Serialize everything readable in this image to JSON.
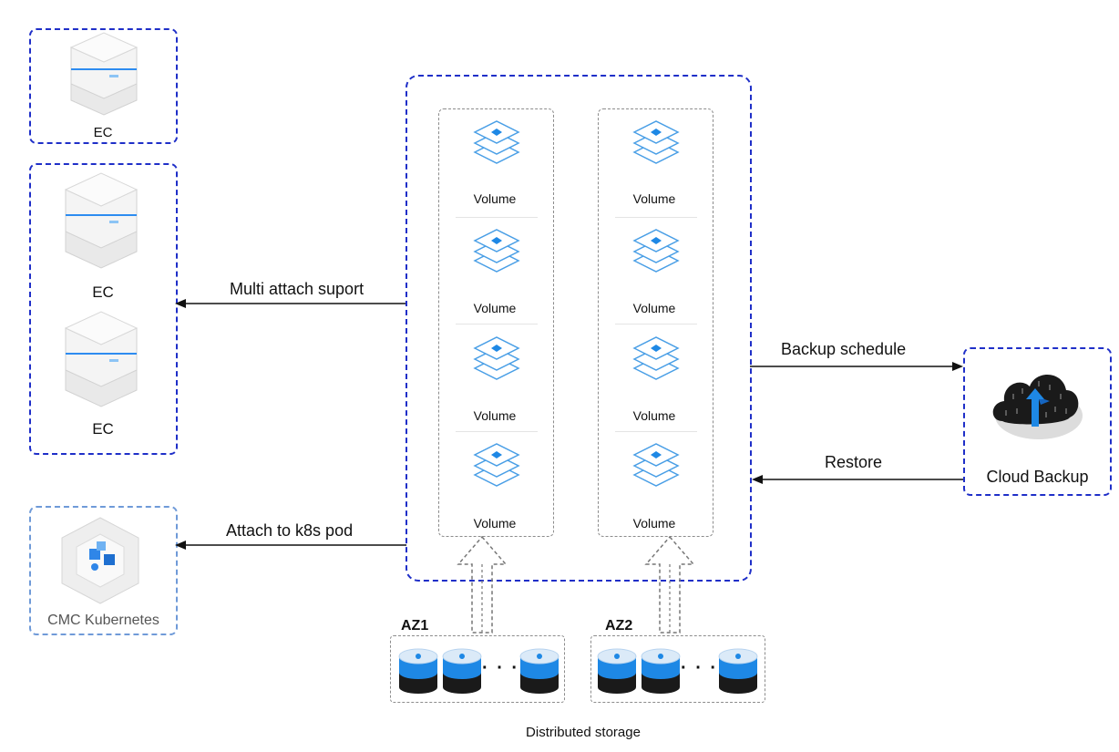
{
  "left": {
    "ec_top": {
      "label": "EC"
    },
    "ec_group": [
      {
        "label": "EC"
      },
      {
        "label": "EC"
      }
    ],
    "kubernetes": {
      "label": "CMC Kubernetes"
    }
  },
  "center": {
    "az1_volumes": [
      "Volume",
      "Volume",
      "Volume",
      "Volume"
    ],
    "az2_volumes": [
      "Volume",
      "Volume",
      "Volume",
      "Volume"
    ]
  },
  "arrows": {
    "multi_attach": "Multi attach suport",
    "attach_k8s": "Attach to k8s pod",
    "backup_schedule": "Backup schedule",
    "restore": "Restore"
  },
  "backup": {
    "label": "Cloud Backup"
  },
  "storage": {
    "az1_label": "AZ1",
    "az2_label": "AZ2",
    "caption": "Distributed storage",
    "ellipsis": "· · ·"
  },
  "colors": {
    "border_blue": "#1f2fc8",
    "accent_blue": "#1e88e5",
    "dashed_gray": "#8c8c8c"
  }
}
